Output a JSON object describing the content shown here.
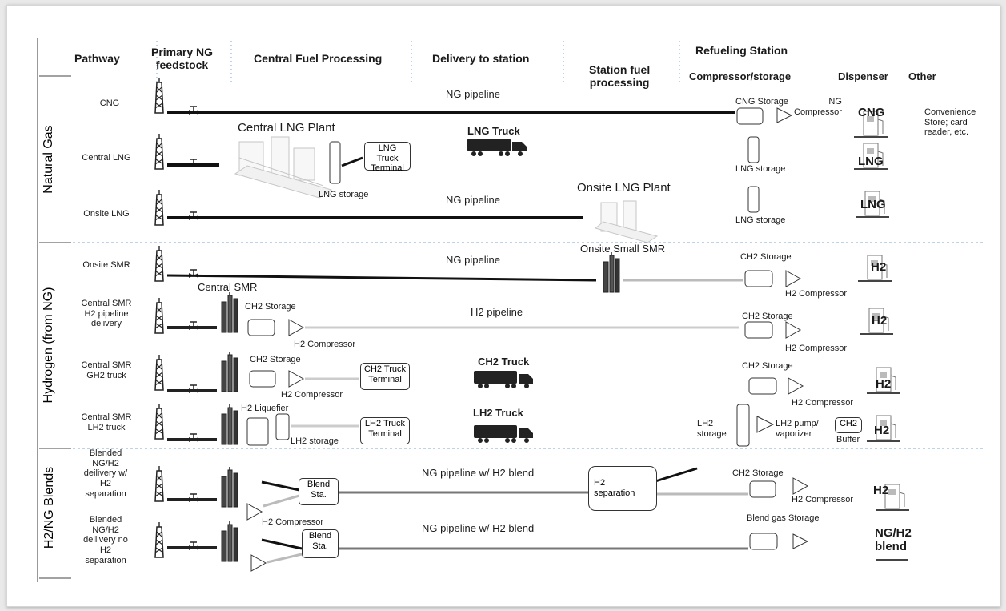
{
  "headers": {
    "pathway": "Pathway",
    "feedstock": "Primary NG\nfeedstock",
    "central": "Central Fuel Processing",
    "delivery": "Delivery to station",
    "station_proc": "Station fuel\nprocessing",
    "refueling": "Refueling Station",
    "compressor": "Compressor/storage",
    "dispenser": "Dispenser",
    "other": "Other"
  },
  "groups": {
    "natural_gas": "Natural Gas",
    "hydrogen": "Hydrogen (from NG)",
    "blends": "H2/NG Blends"
  },
  "rows": {
    "cng": "CNG",
    "central_lng": "Central LNG",
    "onsite_lng": "Onsite LNG",
    "onsite_smr": "Onsite SMR",
    "central_smr_pipe": "Central SMR\nH2 pipeline\ndelivery",
    "central_smr_gh2": "Central SMR\nGH2 truck",
    "central_smr_lh2": "Central SMR\nLH2 truck",
    "blend_sep": "Blended\nNG/H2\ndeilivery w/\nH2\nseparation",
    "blend_nosep": "Blended\nNG/H2\ndeilivery no\nH2\nseparation"
  },
  "labels": {
    "ng_pipeline_1": "NG pipeline",
    "cng_storage": "CNG Storage",
    "ng_compressor": "NG\nCompressor",
    "disp_cng": "CNG",
    "convenience": "Convenience\nStore; card\nreader, etc.",
    "central_lng_plant": "Central LNG Plant",
    "lng_truck_terminal": "LNG Truck\nTerminal",
    "lng_storage_central": "LNG storage",
    "lng_truck": "LNG Truck",
    "lng_storage_1": "LNG storage",
    "disp_lng_1": "LNG",
    "ng_pipeline_2": "NG pipeline",
    "onsite_lng_plant": "Onsite LNG Plant",
    "lng_storage_2": "LNG storage",
    "disp_lng_2": "LNG",
    "ng_pipeline_3": "NG pipeline",
    "onsite_small_smr": "Onsite Small SMR",
    "ch2_storage_1": "CH2 Storage",
    "h2_compressor_1": "H2 Compressor",
    "disp_h2_1": "H2",
    "central_smr": "Central SMR",
    "ch2_storage_c1": "CH2 Storage",
    "h2_compressor_c1": "H2 Compressor",
    "h2_pipeline": "H2 pipeline",
    "ch2_storage_2": "CH2 Storage",
    "h2_compressor_2": "H2 Compressor",
    "disp_h2_2": "H2",
    "ch2_storage_c2": "CH2 Storage",
    "h2_compressor_c2": "H2 Compressor",
    "ch2_truck_terminal": "CH2 Truck\nTerminal",
    "ch2_truck": "CH2 Truck",
    "ch2_storage_3": "CH2 Storage",
    "h2_compressor_3": "H2 Compressor",
    "disp_h2_3": "H2",
    "h2_liquefier": "H2 Liquefier",
    "lh2_storage_c": "LH2 storage",
    "lh2_truck_terminal": "LH2 Truck\nTerminal",
    "lh2_truck": "LH2 Truck",
    "lh2_storage_s": "LH2\nstorage",
    "lh2_pump": "LH2 pump/\nvaporizer",
    "ch2_buffer_box": "CH2",
    "buffer": "Buffer",
    "disp_h2_4": "H2",
    "blend_sta_1": "Blend\nSta.",
    "ng_pipeline_blend_1": "NG pipeline w/ H2 blend",
    "h2_separation": "H2\nseparation",
    "ch2_storage_4": "CH2 Storage",
    "h2_compressor_4": "H2 Compressor",
    "disp_h2_5": "H2",
    "h2_compressor_b": "H2 Compressor",
    "blend_sta_2": "Blend\nSta.",
    "ng_pipeline_blend_2": "NG pipeline w/ H2 blend",
    "blend_gas_storage": "Blend gas  Storage",
    "disp_ngh2": "NG/H2\nblend"
  }
}
